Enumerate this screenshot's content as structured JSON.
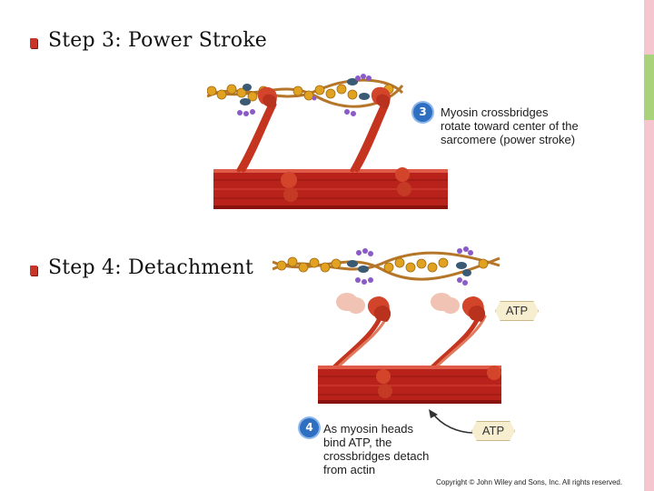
{
  "colors": {
    "accent": "#c8362a",
    "badge": "#2f6fc2",
    "muscle": "#b8221a",
    "myosin_head": "#d2452b",
    "actin_bead": "#e0a220",
    "troponin": "#3b5a73",
    "tropomyosin_bead": "#8a5bc7",
    "atp_fill": "#f7eecf"
  },
  "step3": {
    "heading": "Step 3:  Power Stroke",
    "badge": "3",
    "caption_lines": [
      "Myosin crossbridges",
      "rotate toward center of the",
      "sarcomere (power stroke)"
    ]
  },
  "step4": {
    "heading": "Step 4:  Detachment",
    "badge": "4",
    "caption_lines": [
      "As myosin heads",
      "bind ATP, the",
      "crossbridges detach",
      "from actin"
    ],
    "atp_label_bound": "ATP",
    "atp_label_free": "ATP"
  },
  "footer": {
    "copyright": "Copyright © John Wiley and Sons, Inc. All rights reserved."
  }
}
